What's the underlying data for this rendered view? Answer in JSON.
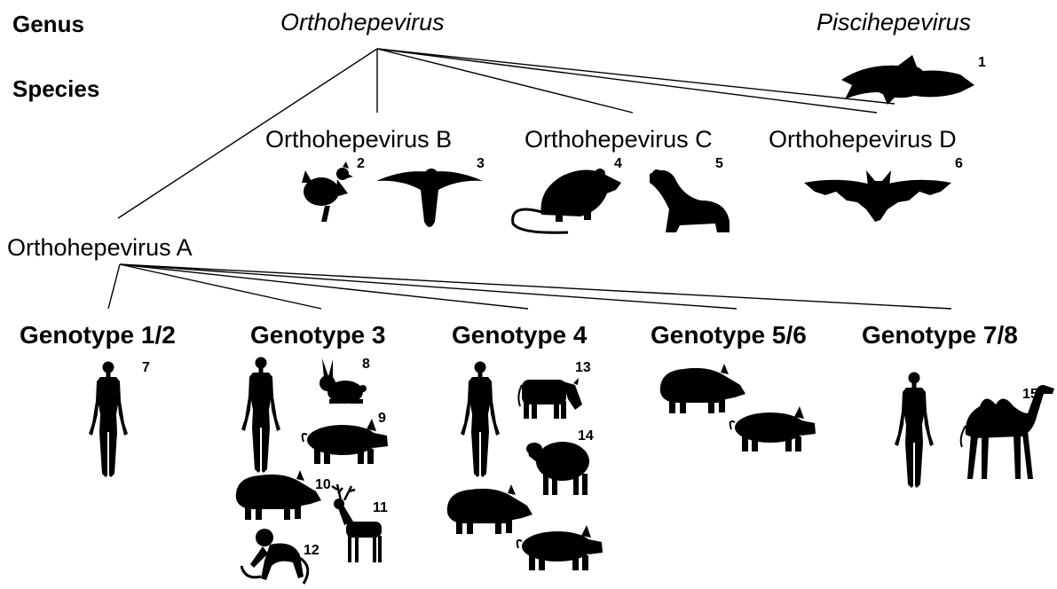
{
  "row_labels": {
    "genus": "Genus",
    "species": "Species"
  },
  "genera": {
    "orthohepevirus": "Orthohepevirus",
    "piscihepevirus": "Piscihepevirus"
  },
  "species": {
    "a": "Orthohepevirus A",
    "b": "Orthohepevirus B",
    "c": "Orthohepevirus C",
    "d": "Orthohepevirus D"
  },
  "genotypes": {
    "g12": "Genotype 1/2",
    "g3": "Genotype 3",
    "g4": "Genotype 4",
    "g56": "Genotype 5/6",
    "g78": "Genotype 7/8"
  },
  "host_numbers": {
    "trout": "1",
    "chicken": "2",
    "kestrel": "3",
    "rat": "4",
    "ferret": "5",
    "bat": "6",
    "human_g12": "7",
    "rabbit": "8",
    "pig_g3": "9",
    "boar_g3": "10",
    "deer": "11",
    "monkey": "12",
    "cow": "13",
    "sheep": "14",
    "camel": "15"
  },
  "icons": {
    "trout": "trout-icon",
    "chicken": "chicken-icon",
    "kestrel": "kestrel-icon",
    "rat": "rat-icon",
    "ferret": "ferret-icon",
    "bat": "bat-icon",
    "human": "human-icon",
    "rabbit": "rabbit-icon",
    "pig": "pig-icon",
    "wild_boar": "wild-boar-icon",
    "deer": "deer-icon",
    "monkey": "monkey-icon",
    "cow": "cow-icon",
    "sheep": "sheep-icon",
    "camel": "camel-icon"
  },
  "colors": {
    "silhouette": "#000000",
    "line": "#000000",
    "background": "#ffffff"
  }
}
